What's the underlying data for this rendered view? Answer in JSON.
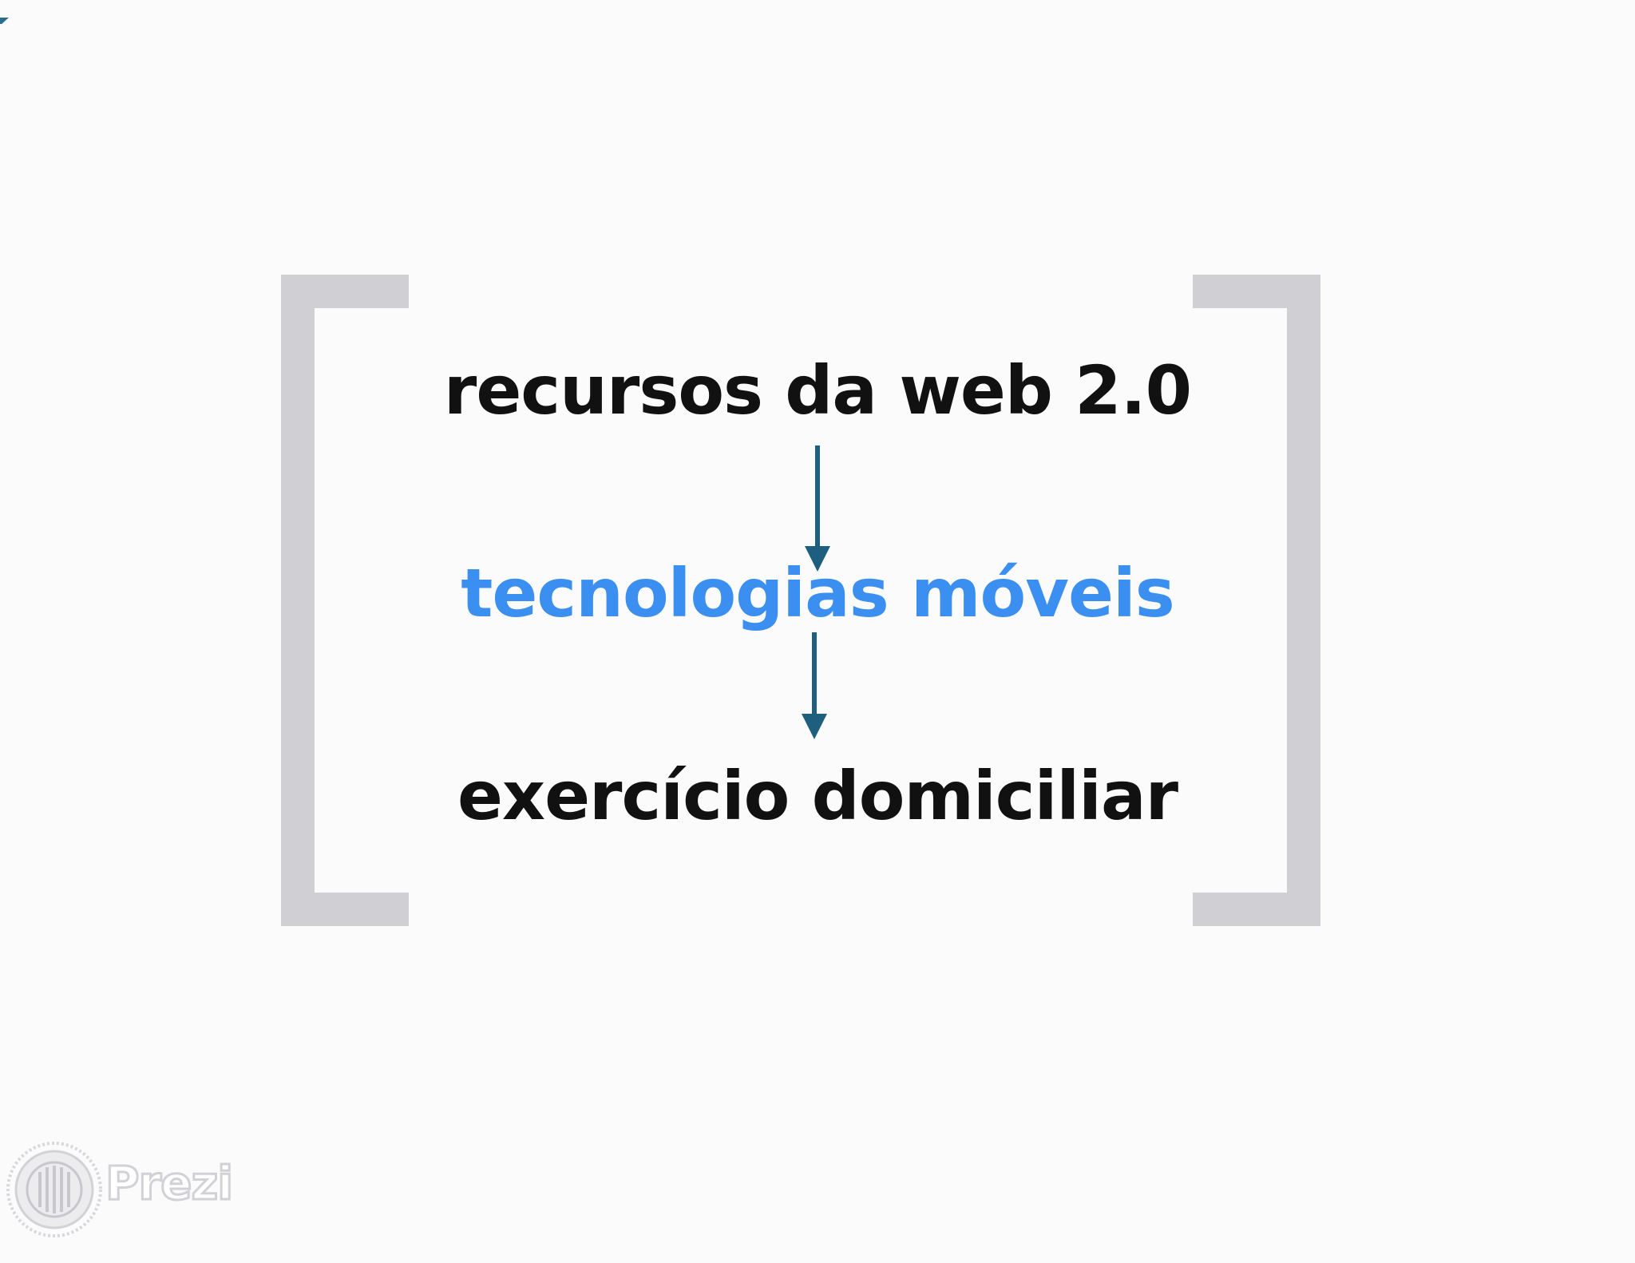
{
  "diagram": {
    "nodes": [
      {
        "id": "web20",
        "label": "recursos da web 2.0"
      },
      {
        "id": "mobile",
        "label": "tecnologias móveis"
      },
      {
        "id": "homework",
        "label": "exercício domiciliar"
      }
    ],
    "edges": [
      {
        "from": "web20",
        "to": "mobile"
      },
      {
        "from": "mobile",
        "to": "homework"
      }
    ]
  },
  "colors": {
    "background": "#fbfbfc",
    "text_primary": "#111111",
    "text_highlight": "#3b8ff0",
    "arrow": "#1e5f80",
    "bracket": "#d0d0d4",
    "corner_mark": "#2d6d8c"
  },
  "branding": {
    "logo_icon": "prezi-logo-icon",
    "logo_text": "Prezi"
  }
}
